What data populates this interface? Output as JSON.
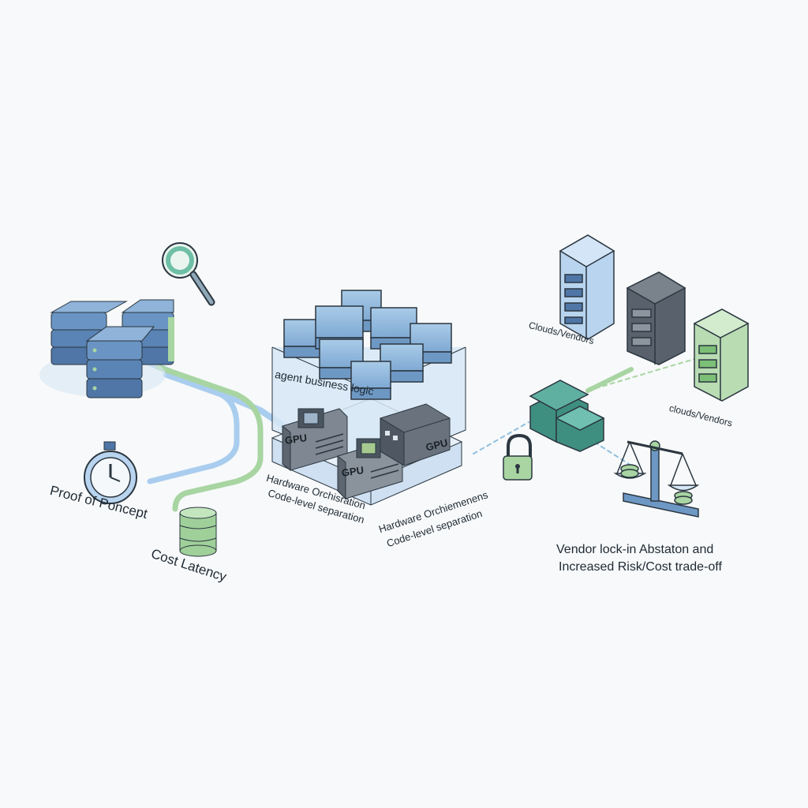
{
  "labels": {
    "proof_of_concept": "Proof of Poncept",
    "cost_latency": "Cost Latency",
    "agent_business_logic": "agent business logic",
    "gpu": "GPU",
    "hw_left_line1": "Hardware Orchisration",
    "hw_left_line2": "Code-level separation",
    "hw_right_line1": "Hardware Orchiemenens",
    "hw_right_line2": "Code-level separation",
    "clouds_vendors_1": "Clouds/Vendors",
    "clouds_vendors_2": "clouds/Vendors",
    "vendor_line1": "Vendor lock-in Abstaton and",
    "vendor_line2": "Increased Risk/Cost trade-off"
  },
  "colors": {
    "blue": "#6f9fcf",
    "blue_dark": "#4f7fae",
    "green": "#9fcf9f",
    "teal": "#4f9f8f",
    "slate": "#4a5560",
    "outline": "#2b3640"
  },
  "icons": [
    "magnifier-icon",
    "stopwatch-icon",
    "database-icon",
    "gpu-chip-icon",
    "server-rack-icon",
    "padlock-icon",
    "balance-scale-icon"
  ]
}
